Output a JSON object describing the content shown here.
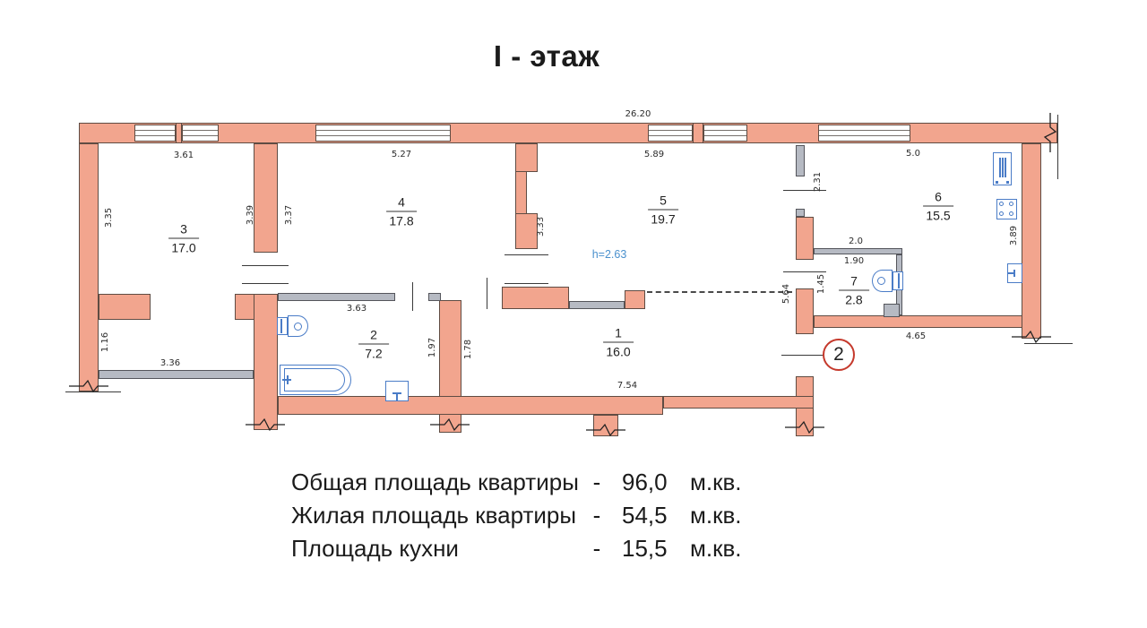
{
  "title": "I - этаж",
  "plan": {
    "height_note": "h=2.63",
    "entrance_number": "2",
    "rooms": {
      "r1": {
        "number": "1",
        "area": "16.0"
      },
      "r2": {
        "number": "2",
        "area": "7.2"
      },
      "r3": {
        "number": "3",
        "area": "17.0"
      },
      "r4": {
        "number": "4",
        "area": "17.8"
      },
      "r5": {
        "number": "5",
        "area": "19.7"
      },
      "r6": {
        "number": "6",
        "area": "15.5"
      },
      "r7": {
        "number": "7",
        "area": "2.8"
      }
    },
    "dims": {
      "overall_top": "26.20",
      "r3_top": "3.61",
      "r4_top": "5.27",
      "r5_top": "5.89",
      "r6_top": "5.0",
      "r3_left": "3.35",
      "w34_left": "3.39",
      "w34_right": "3.37",
      "w45_left": "3.33",
      "hall_left": "1.16",
      "hall_bottom": "3.36",
      "r2_top": "3.63",
      "r2_right": "1.97",
      "r1_left": "1.78",
      "r1_bottom": "7.54",
      "corridor_right": "5.64",
      "partition_top": "2.31",
      "r7_top": "2.0",
      "r7_width": "1.90",
      "r7_left": "1.45",
      "r6_right": "3.89",
      "r67_bottom": "4.65"
    },
    "icons": [
      "bathtub-icon",
      "toilet-icon",
      "sink-icon",
      "toilet-icon",
      "washbasin-icon",
      "fridge-icon",
      "kitchen-table-icon",
      "kitchen-sink-icon"
    ],
    "colors": {
      "wall": "#f2a58e",
      "partition": "#b6bac3",
      "fixture": "#4a7cc7",
      "entrance_badge": "#c5392c",
      "height_note": "#4a90cd"
    }
  },
  "summary": {
    "rows": [
      {
        "label": "Общая площадь квартиры",
        "dash": "-",
        "value": "96,0",
        "unit": "м.кв."
      },
      {
        "label": "Жилая площадь квартиры",
        "dash": "-",
        "value": "54,5",
        "unit": "м.кв."
      },
      {
        "label": "Площадь кухни",
        "dash": "-",
        "value": "15,5",
        "unit": "м.кв."
      }
    ]
  }
}
